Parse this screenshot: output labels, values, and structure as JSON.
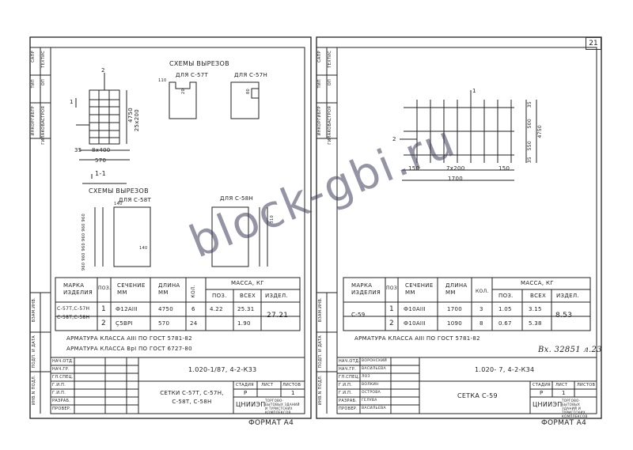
{
  "page_number": "21",
  "watermark": "block-gbi.ru",
  "left": {
    "side_stamp": [
      "САПР",
      "ТЕХТИС",
      "ТИП",
      "ОП",
      "ГИБТР",
      "СТРОЯ",
      "ИНКОР",
      "ГИЛАКОВА"
    ],
    "cut_schemes_title": "СХЕМЫ ВЫРЕЗОВ",
    "cut_for_57t": "ДЛЯ С-57Т",
    "cut_for_57n": "ДЛЯ С-57Н",
    "cut_for_58t": "ДЛЯ С-58Т",
    "cut_for_58n": "ДЛЯ С-58Н",
    "section_label": "1-1",
    "dims": {
      "d1": "4750",
      "d2": "25x200",
      "d3": "35",
      "d4": "8x400",
      "d5": "570",
      "d6": "110",
      "d7": "20",
      "d8": "80",
      "d9": "140",
      "d10": "960 960 960 960 960 960",
      "d11": "310",
      "d12": "140"
    },
    "marker_1": "1",
    "marker_2": "2",
    "table": {
      "h_mark": "МАРКА ИЗДЕЛИЯ",
      "h_pos": "ПОЗ.",
      "h_section": "СЕЧЕНИЕ ММ",
      "h_length": "ДЛИНА ММ",
      "h_qty": "КОЛ.",
      "h_mass": "МАССА, КГ",
      "h_mass_pos": "ПОЗ.",
      "h_mass_total": "ВСЕХ",
      "h_mass_item": "ИЗДЕЛ.",
      "mark_a": "С-57Т,С-57Н",
      "mark_b": "С-58Т,С-58Н",
      "rows": [
        {
          "pos": "1",
          "section": "Ф12АIII",
          "length": "4750",
          "qty": "6",
          "mass_pos": "4.22",
          "mass_total": "25.31"
        },
        {
          "pos": "2",
          "section": "Ç5ВРI",
          "length": "570",
          "qty": "24",
          "mass_pos": "",
          "mass_total": "1.90"
        }
      ],
      "mass_item": "27.21"
    },
    "note1": "АРМАТУРА КЛАССА АIII ПО ГОСТ 5781-82",
    "note2": "АРМАТУРА КЛАССА ВрI ПО ГОСТ 6727-80",
    "side_labels": [
      "ВЗАМ.ИНВ.",
      "ПОДП. И ДАТА",
      "ИНВ.N ПОДЛ."
    ],
    "stamp": {
      "code": "1.020-1/87, 4-2-К33",
      "title": "СЕТКИ С-57Т, С-57Н, С-58Т, С-58Н",
      "stage_h": "СТАДИЯ",
      "sheet_h": "ЛИСТ",
      "sheets_h": "ЛИСТОВ",
      "stage": "Р",
      "sheet": "1",
      "org": "ЦНИИЭП",
      "org2": "ТОРГОВО-БЫТОВЫХ ЗДАНИЙ И ТУРИСТСКИХ КОМПЛЕКСОВ",
      "roles": [
        "НАЧ.ОТД.",
        "НАЧ.ГР.",
        "ГЛ.СПЕЦ.",
        "Г.И.П.",
        "Г.И.П.",
        "РАЗРАБ.",
        "ПРОВЕР."
      ]
    },
    "format": "ФОРМАТ А4"
  },
  "right": {
    "side_stamp": [
      "САПР",
      "ТЕХТИС",
      "ТИП",
      "ОП",
      "ГИБТР",
      "СТРОЯ",
      "ИНКОР",
      "ГИЛАКОВА"
    ],
    "marker_1": "1",
    "marker_2": "2",
    "dims": {
      "d1": "35",
      "d2": "500",
      "d3": "4750",
      "d4": "550",
      "d5": "35",
      "d6": "150",
      "d7": "7x200",
      "d8": "150",
      "d9": "1700"
    },
    "table": {
      "h_mark": "МАРКА ИЗДЕЛИЯ",
      "h_pos": "ПОЗ.",
      "h_section": "СЕЧЕНИЕ ММ",
      "h_length": "ДЛИНА ММ",
      "h_qty": "КОЛ.",
      "h_mass": "МАССА, КГ",
      "h_mass_pos": "ПОЗ.",
      "h_mass_total": "ВСЕХ",
      "h_mass_item": "ИЗДЕЛ.",
      "mark": "С-59",
      "rows": [
        {
          "pos": "1",
          "section": "Ф10АIII",
          "length": "1700",
          "qty": "3",
          "mass_pos": "1.05",
          "mass_total": "3.15"
        },
        {
          "pos": "2",
          "section": "Ф10АIII",
          "length": "1090",
          "qty": "8",
          "mass_pos": "0.67",
          "mass_total": "5.38"
        }
      ],
      "mass_item": "8.53"
    },
    "note1": "АРМАТУРА КЛАССА АIII ПО ГОСТ 5781-82",
    "handwritten": "Вх. 32851 л.23",
    "side_labels": [
      "ВЗАМ.ИНВ.",
      "ПОДП. И ДАТА",
      "ИНВ.N ПОДЛ."
    ],
    "stamp": {
      "code": "1.020-  7, 4-2-К34",
      "title": "СЕТКА С-59",
      "stage_h": "СТАДИЯ",
      "sheet_h": "ЛИСТ",
      "sheets_h": "ЛИСТОВ",
      "stage": "Р",
      "sheet": "1",
      "org": "ЦНИИЭП",
      "org2": "ТОРГОВО-БЫТОВЫХ ЗДАНИЙ И ТУРИСТСКИХ КОМПЛЕКСОВ",
      "roles": [
        "НАЧ.ОТД.",
        "НАЧ.ГР.",
        "ГЛ.СПЕЦ.",
        "Г.И.П.",
        "Г.И.П.",
        "РАЗРАБ.",
        "ПРОВЕР."
      ],
      "names": [
        "ВОРОНСКИЙ",
        "ВАСИЛЬЕВА",
        "ЛОЗ",
        "ВОЛКИН",
        "ОСТРОВА",
        "ГЕЛУВА",
        "ВАСИЛЬЕВА"
      ]
    },
    "format": "ФОРМАТ А4"
  }
}
